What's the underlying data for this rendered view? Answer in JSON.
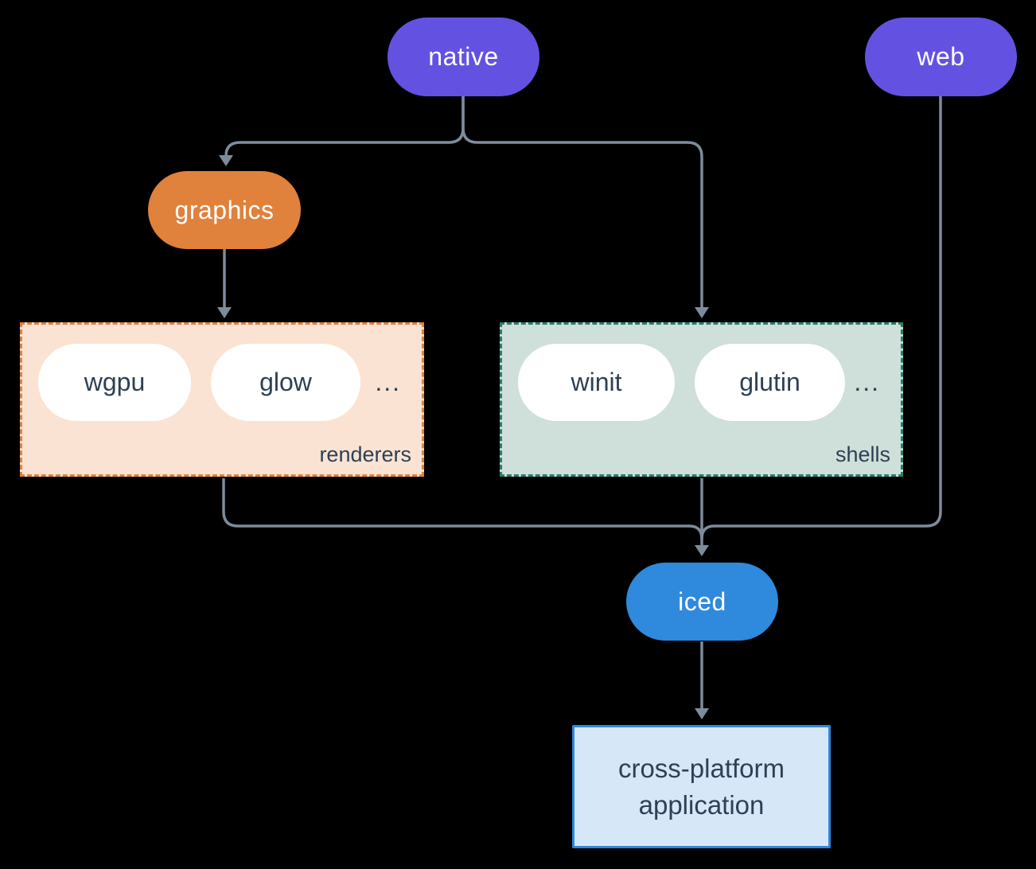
{
  "diagram": {
    "nodes": {
      "native": {
        "label": "native",
        "color": "#6352e1"
      },
      "web": {
        "label": "web",
        "color": "#6352e1"
      },
      "graphics": {
        "label": "graphics",
        "color": "#e0813c"
      },
      "iced": {
        "label": "iced",
        "color": "#2f89dc"
      },
      "application": {
        "line1": "cross-platform",
        "line2": "application",
        "fill": "#d6e8f8",
        "border": "#2e86de"
      }
    },
    "groups": {
      "renderers": {
        "label": "renderers",
        "items": [
          "wgpu",
          "glow"
        ],
        "ellipsis": "...",
        "fill": "#fae3d3",
        "border": "#e0813c"
      },
      "shells": {
        "label": "shells",
        "items": [
          "winit",
          "glutin"
        ],
        "ellipsis": "...",
        "fill": "#cfdfd9",
        "border": "#2a7e6e"
      }
    },
    "colors": {
      "background": "#000000",
      "connector": "#7d8c9b",
      "node_text_light": "#ffffff",
      "node_text_dark": "#2e4053"
    }
  }
}
